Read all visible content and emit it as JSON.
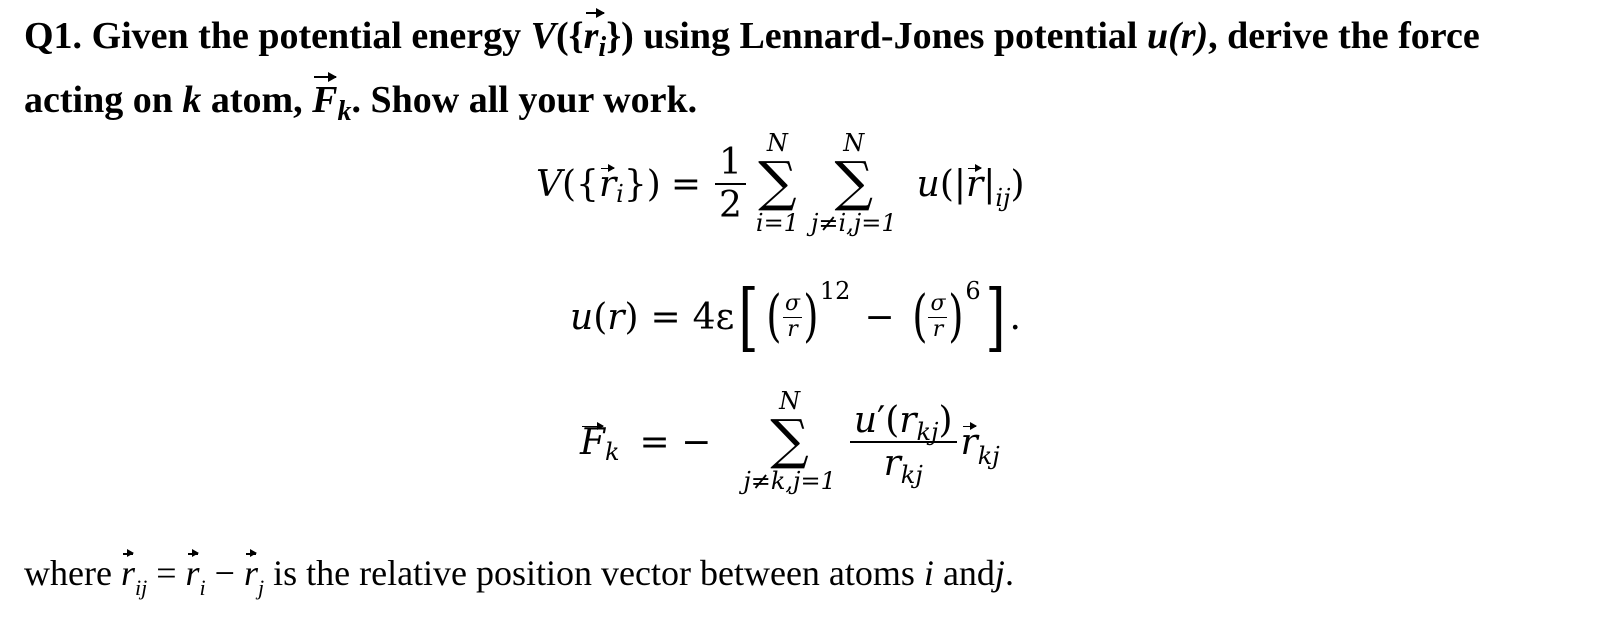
{
  "question": {
    "label": "Q1.",
    "text_1": "Given the potential energy",
    "v_symbol": "V",
    "v_arg": "({r",
    "v_arg_sub": "i",
    "v_arg_close": "})",
    "text_2": "using Lennard-Jones potential",
    "u_symbol": "u(r)",
    "text_3": ", derive the force acting on",
    "k_symbol": "k",
    "text_4": "atom,",
    "f_symbol": "F",
    "f_sub": "k",
    "text_5": ". Show all your work."
  },
  "equations": {
    "eq1": {
      "lhs": "V({r",
      "lhs_sub": "i",
      "lhs_close": "})",
      "equals": "=",
      "frac_num": "1",
      "frac_den": "2",
      "sum1_top": "N",
      "sum1_bottom": "i=1",
      "sum2_top": "N",
      "sum2_bottom": "j≠i,j=1",
      "sigma": "∑",
      "term": "u(|r|",
      "term_sub": "ij",
      "term_close": ")"
    },
    "eq2": {
      "lhs": "u(r)",
      "equals": "=",
      "coef": "4ε",
      "frac_num": "σ",
      "frac_den": "r",
      "exp1": "12",
      "minus": "−",
      "exp2": "6",
      "period": "."
    },
    "eq3": {
      "lhs": "F",
      "lhs_sub": "k",
      "equals": "= −",
      "sum_top": "N",
      "sum_bottom": "j≠k,j=1",
      "sigma": "∑",
      "frac_num": "u′(r",
      "frac_num_sub": "kj",
      "frac_num_close": ")",
      "frac_den": "r",
      "frac_den_sub": "kj",
      "vec_term": "r",
      "vec_term_sub": "kj"
    }
  },
  "where_line": {
    "prefix": "where",
    "r1": "r",
    "r1_sub": "ij",
    "equals": "=",
    "r2": "r",
    "r2_sub": "i",
    "minus": "−",
    "r3": "r",
    "r3_sub": "j",
    "text": "is the relative position vector between atoms",
    "i": "i",
    "and": "and",
    "j": "j",
    "period": "."
  }
}
